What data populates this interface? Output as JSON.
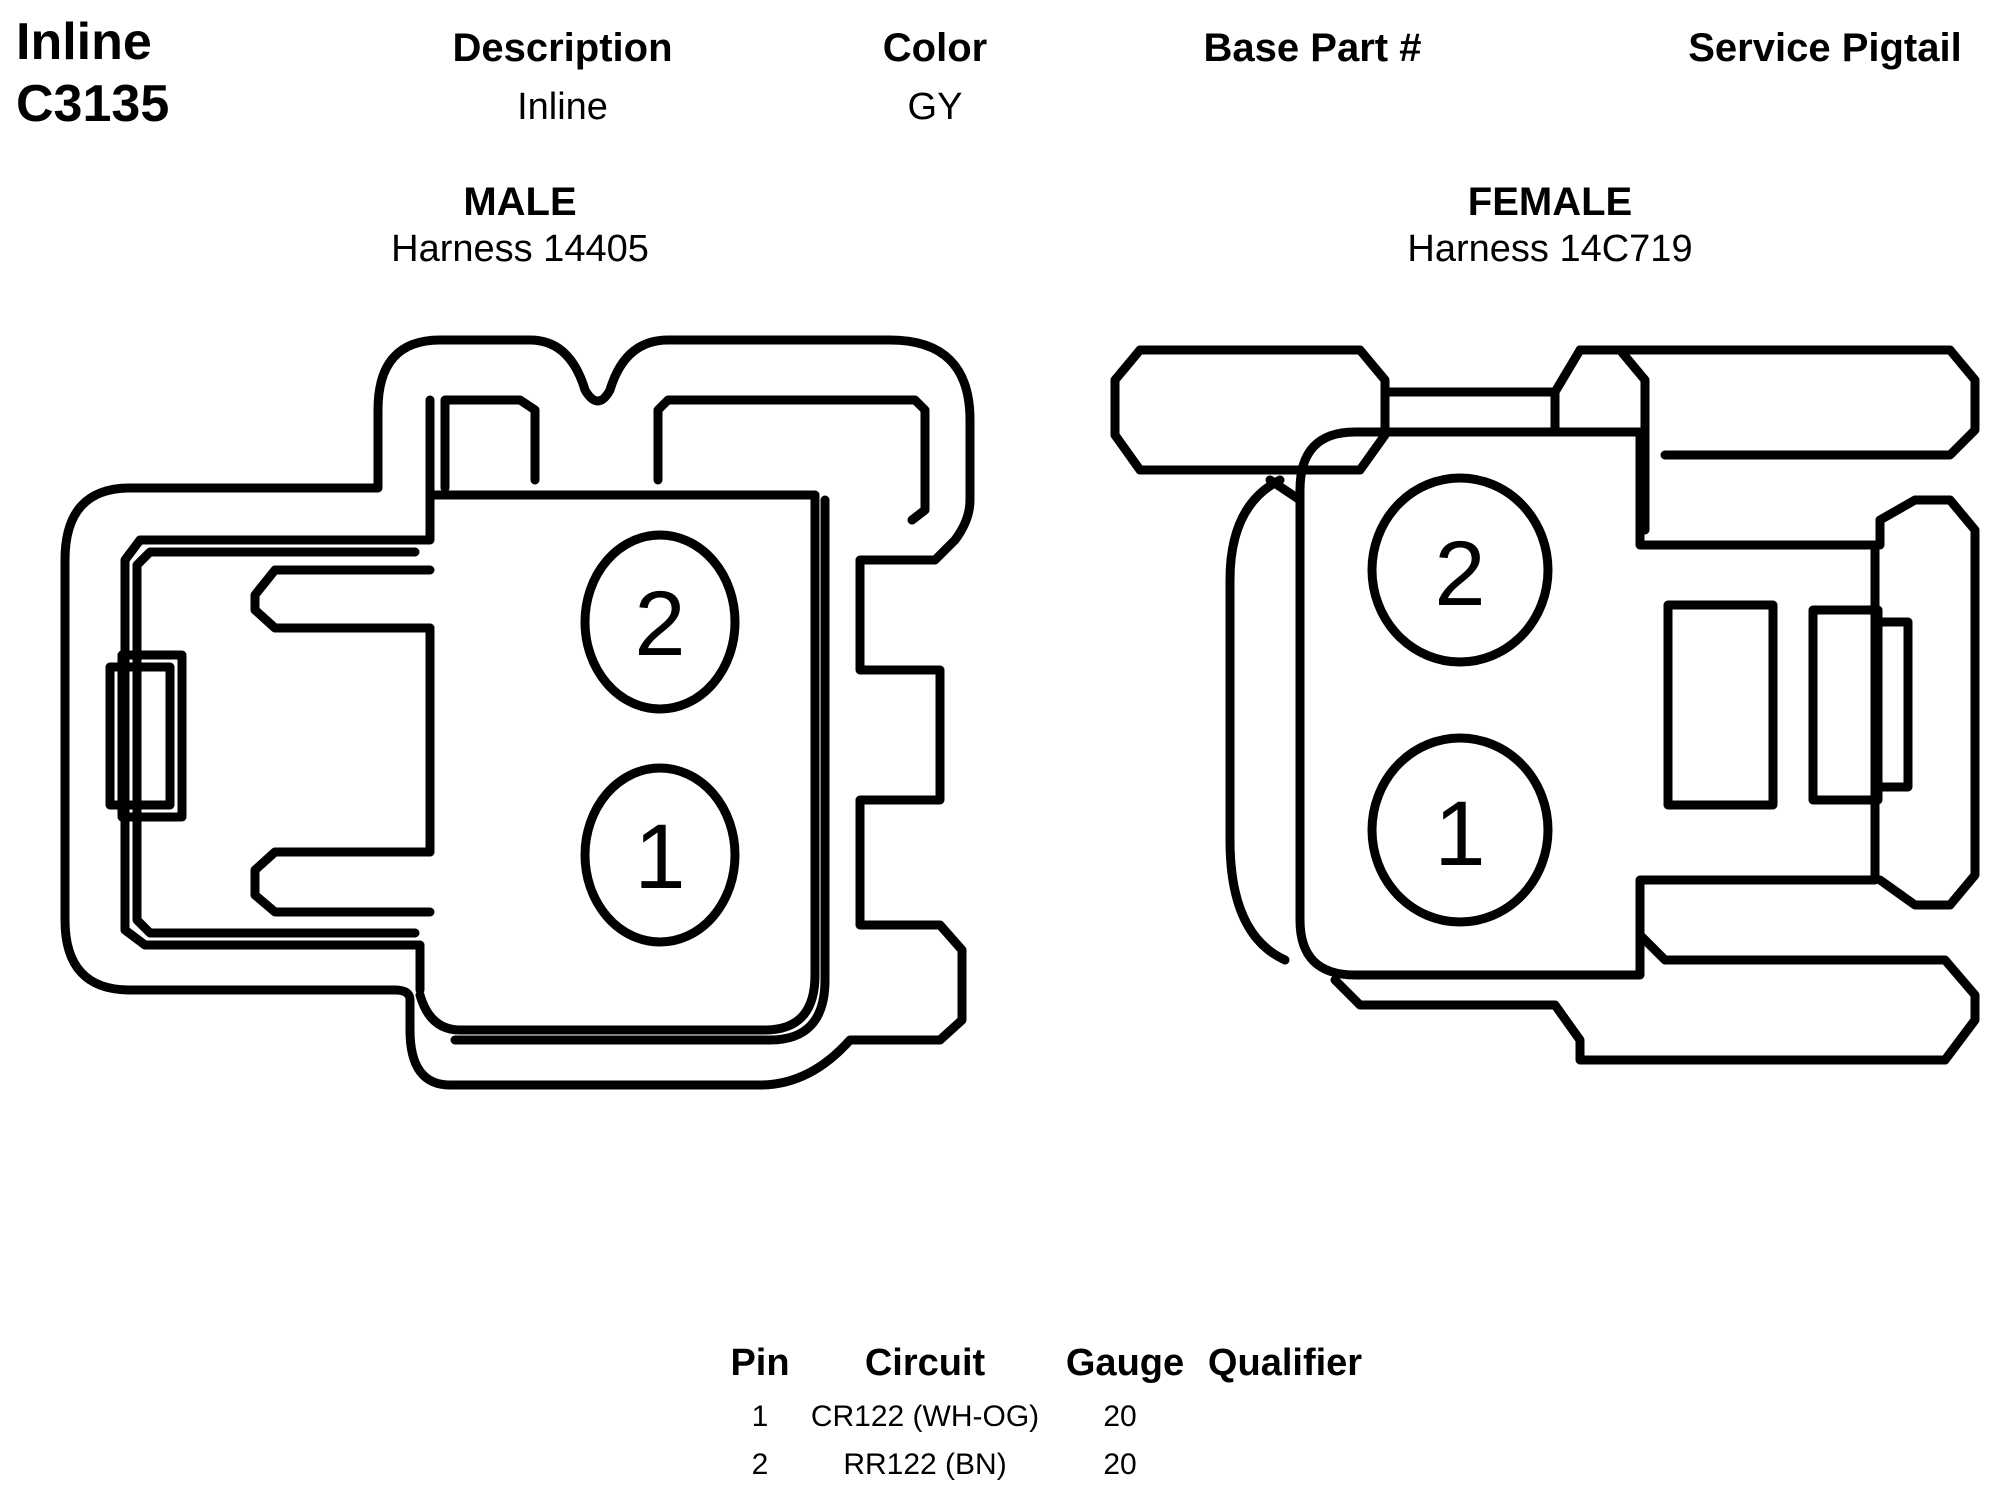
{
  "connector": {
    "type_label": "Inline",
    "id": "C3135"
  },
  "header": {
    "description_label": "Description",
    "description_value": "Inline",
    "color_label": "Color",
    "color_value": "GY",
    "base_part_label": "Base Part #",
    "service_pigtail_label": "Service Pigtail"
  },
  "male": {
    "title": "MALE",
    "harness": "Harness 14405",
    "pins": [
      "2",
      "1"
    ]
  },
  "female": {
    "title": "FEMALE",
    "harness": "Harness 14C719",
    "pins": [
      "2",
      "1"
    ]
  },
  "pin_table": {
    "headers": [
      "Pin",
      "Circuit",
      "Gauge",
      "Qualifier"
    ],
    "rows": [
      {
        "pin": "1",
        "circuit": "CR122 (WH-OG)",
        "gauge": "20",
        "qualifier": ""
      },
      {
        "pin": "2",
        "circuit": "RR122 (BN)",
        "gauge": "20",
        "qualifier": ""
      }
    ]
  },
  "colors": {
    "line": "#000000",
    "background": "#ffffff"
  }
}
